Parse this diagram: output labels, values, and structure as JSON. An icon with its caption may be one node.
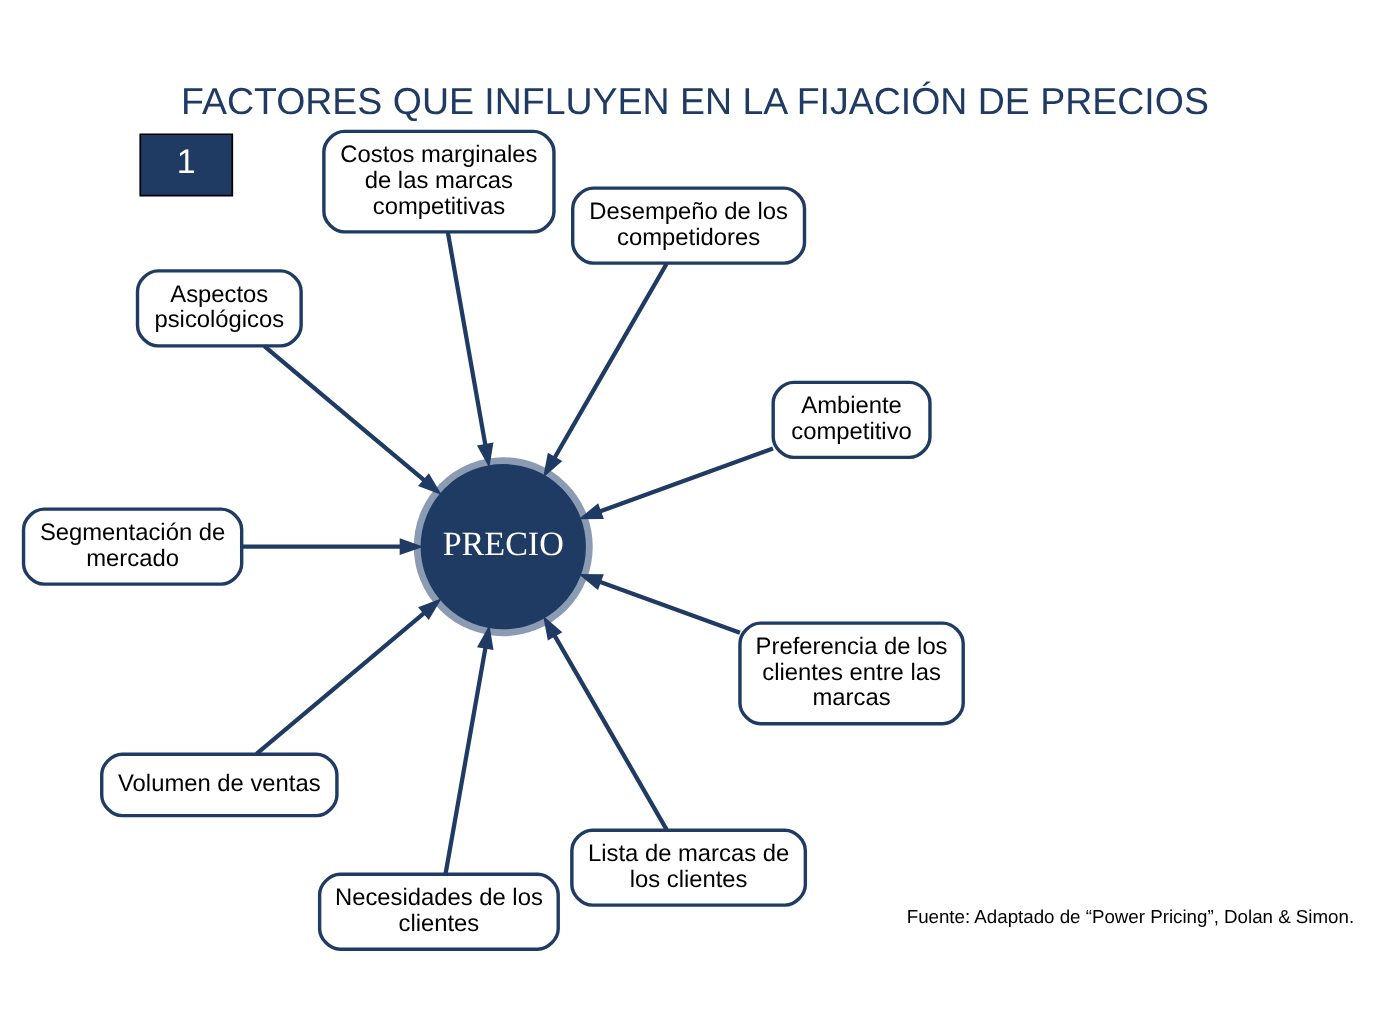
{
  "diagram": {
    "title": "FACTORES QUE INFLUYEN EN LA FIJACIÓN DE PRECIOS",
    "caption": "Fuente: Adaptado de “Power Pricing”, Dolan & Simon.",
    "nodes": [
      {
        "text": [
          "Ambiente competitivo"
        ]
      },
      {
        "text": [
          "Desempeño de los competidores"
        ]
      },
      {
        "text": [
          "Costos marginales de las marcas competitivas"
        ]
      },
      {
        "text": [
          "Aspectos psicológicos"
        ]
      },
      {
        "text": [
          "Segmentación de mercado"
        ]
      },
      {
        "text": [
          "PRECIO"
        ]
      },
      {
        "text": [
          "Volumen de ventas"
        ]
      },
      {
        "text": [
          "Necesidades de los clientes"
        ]
      },
      {
        "text": [
          "Lista de marcas de los clientes"
        ]
      },
      {
        "text": [
          "Preferencia de los clientes entre las marcas"
        ]
      }
    ],
    "edges": [
      {
        "from": 0,
        "to": 5,
        "arrow": "to"
      },
      {
        "from": 1,
        "to": 5,
        "arrow": "to"
      },
      {
        "from": 2,
        "to": 5,
        "arrow": "to"
      },
      {
        "from": 3,
        "to": 5,
        "arrow": "to"
      },
      {
        "from": 4,
        "to": 5,
        "arrow": "to"
      },
      {
        "from": 6,
        "to": 5,
        "arrow": "to"
      },
      {
        "from": 7,
        "to": 5,
        "arrow": "to"
      },
      {
        "from": 8,
        "to": 5,
        "arrow": "to"
      },
      {
        "from": 9,
        "to": 5,
        "arrow": "to"
      }
    ],
    "labels": [
      "1"
    ]
  }
}
